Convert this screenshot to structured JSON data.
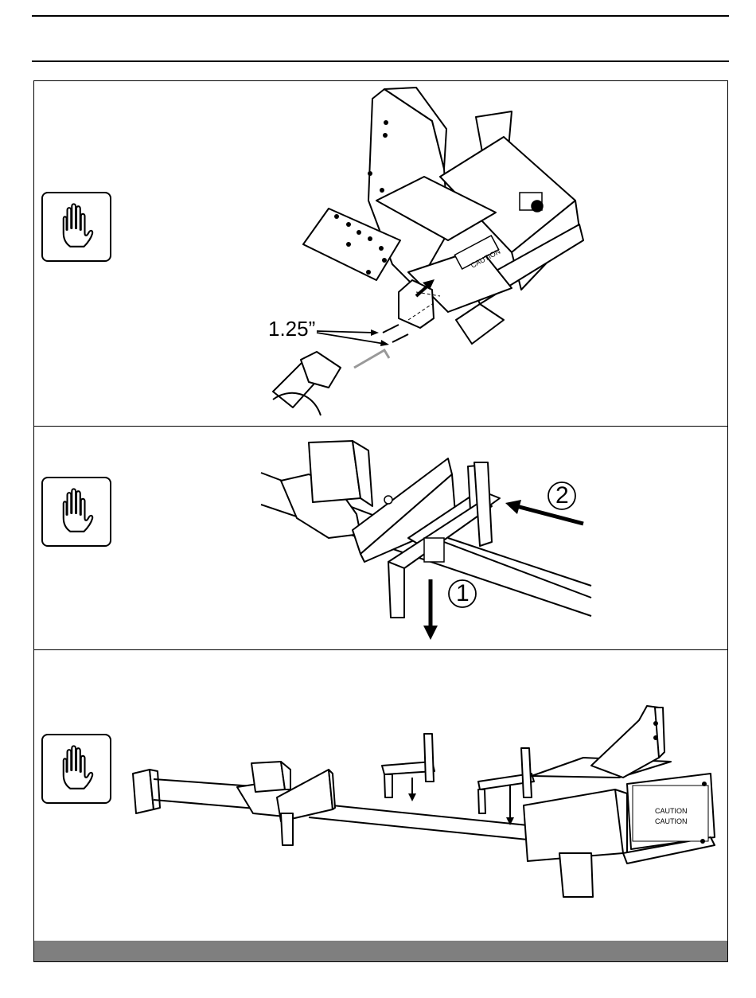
{
  "header": {
    "title": "",
    "subtitle": ""
  },
  "icons": {
    "caution": "hand-stop-icon"
  },
  "steps": [
    {
      "id": "step-1",
      "callout": "1.25”",
      "labels": [
        "CAUTION"
      ]
    },
    {
      "id": "step-2",
      "numbers": [
        "1",
        "2"
      ]
    },
    {
      "id": "step-3",
      "labels": [
        "CAUTION",
        "CAUTION"
      ]
    }
  ],
  "colors": {
    "line": "#000000",
    "footer": "#7f7f7f",
    "paper": "#ffffff"
  }
}
